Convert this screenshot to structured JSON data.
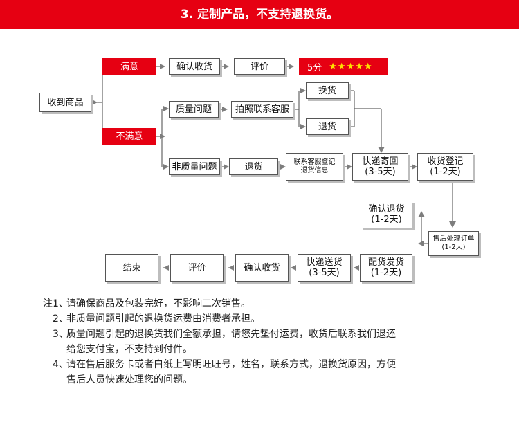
{
  "banner": {
    "title": "3. 定制产品，不支持退换货。"
  },
  "flow": {
    "receive": "收到商品",
    "satisfied": "满意",
    "confirm_receipt_top": "确认收货",
    "review_top": "评价",
    "rating": {
      "score": "5分",
      "stars": 5,
      "star_glyph": "★"
    },
    "unsatisfied": "不满意",
    "quality_issue": "质量问题",
    "photo_contact": "拍照联系客服",
    "exchange": "换货",
    "return_top": "退货",
    "non_quality_issue": "非质量问题",
    "return_mid": "退货",
    "register_info": {
      "line1": "联系客服登记",
      "line2": "退货信息"
    },
    "express_return": {
      "line1": "快递寄回",
      "line2": "(3-5天)"
    },
    "receive_register": {
      "line1": "收货登记",
      "line2": "(1-2天)"
    },
    "confirm_return": {
      "line1": "确认退货",
      "line2": "(1-2天)"
    },
    "aftersale_order": {
      "line1": "售后处理订单",
      "line2": "(1-2天)"
    },
    "dispatch": {
      "line1": "配货发货",
      "line2": "(1-2天)"
    },
    "express_send": {
      "line1": "快递送货",
      "line2": "(3-5天)"
    },
    "confirm_receipt_bottom": "确认收货",
    "review_bottom": "评价",
    "end": "结束"
  },
  "colors": {
    "accent": "#e60012",
    "star": "#ffe000",
    "line": "#666666",
    "shadow": "#bdbdbd"
  },
  "notes": {
    "prefix": "注：",
    "items": [
      {
        "num": "1、",
        "lines": [
          "请确保商品及包装完好，不影响二次销售。"
        ]
      },
      {
        "num": "2、",
        "lines": [
          "非质量问题引起的退换货运费由消费者承担。"
        ]
      },
      {
        "num": "3、",
        "lines": [
          "质量问题引起的退换货我们全额承担，请您先垫付运费，收货后联系我们退还",
          "给您支付宝，不支持到付件。"
        ]
      },
      {
        "num": "4、",
        "lines": [
          "请在售后服务卡或者白纸上写明旺旺号，姓名，联系方式，退换货原因，方便",
          "售后人员快速处理您的问题。"
        ]
      }
    ]
  }
}
